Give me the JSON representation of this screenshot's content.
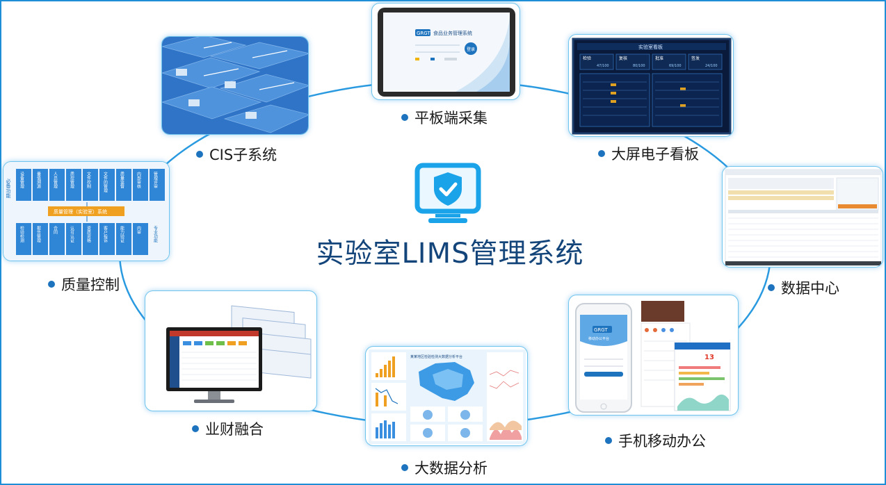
{
  "title": "实验室LIMS管理系统",
  "modules": [
    {
      "id": "tablet",
      "label": "平板端采集"
    },
    {
      "id": "bigscreen",
      "label": "大屏电子看板"
    },
    {
      "id": "datacenter",
      "label": "数据中心"
    },
    {
      "id": "mobile",
      "label": "手机移动办公"
    },
    {
      "id": "bigdata",
      "label": "大数据分析"
    },
    {
      "id": "finance",
      "label": "业财融合"
    },
    {
      "id": "quality",
      "label": "质量控制"
    },
    {
      "id": "cis",
      "label": "CIS子系统"
    }
  ],
  "tablet_screen": {
    "brand": "GRGT",
    "app_title": "食品业务管理系统",
    "login_button": "登录"
  },
  "quality_chart": {
    "top_items": [
      "设备管理",
      "量值溯源",
      "人员管理",
      "质控管理",
      "文件控制",
      "文件的管理",
      "质量监督",
      "内部审核",
      "管理评审"
    ],
    "top_side": "通用功能",
    "left_side": "必备功能",
    "center": "质量管理（实验室）系统",
    "bottom_items": [
      "检验检测",
      "报告管理",
      "合同",
      "认可认证",
      "资质资格",
      "客户投诉",
      "能力验证",
      "内审"
    ],
    "bottom_side": "专业功能"
  },
  "bigscreen": {
    "header": "实验室看板",
    "cells": [
      "检验",
      "复核",
      "批准",
      "签发"
    ],
    "values": [
      "47/100",
      "80/100",
      "69/100",
      "24/100"
    ]
  },
  "mobile": {
    "brand": "GRGT",
    "app_title": "移动办公平台",
    "big_number": "13"
  },
  "bigdata": {
    "map_title": "某某地区检验检测大数据分析平台"
  }
}
